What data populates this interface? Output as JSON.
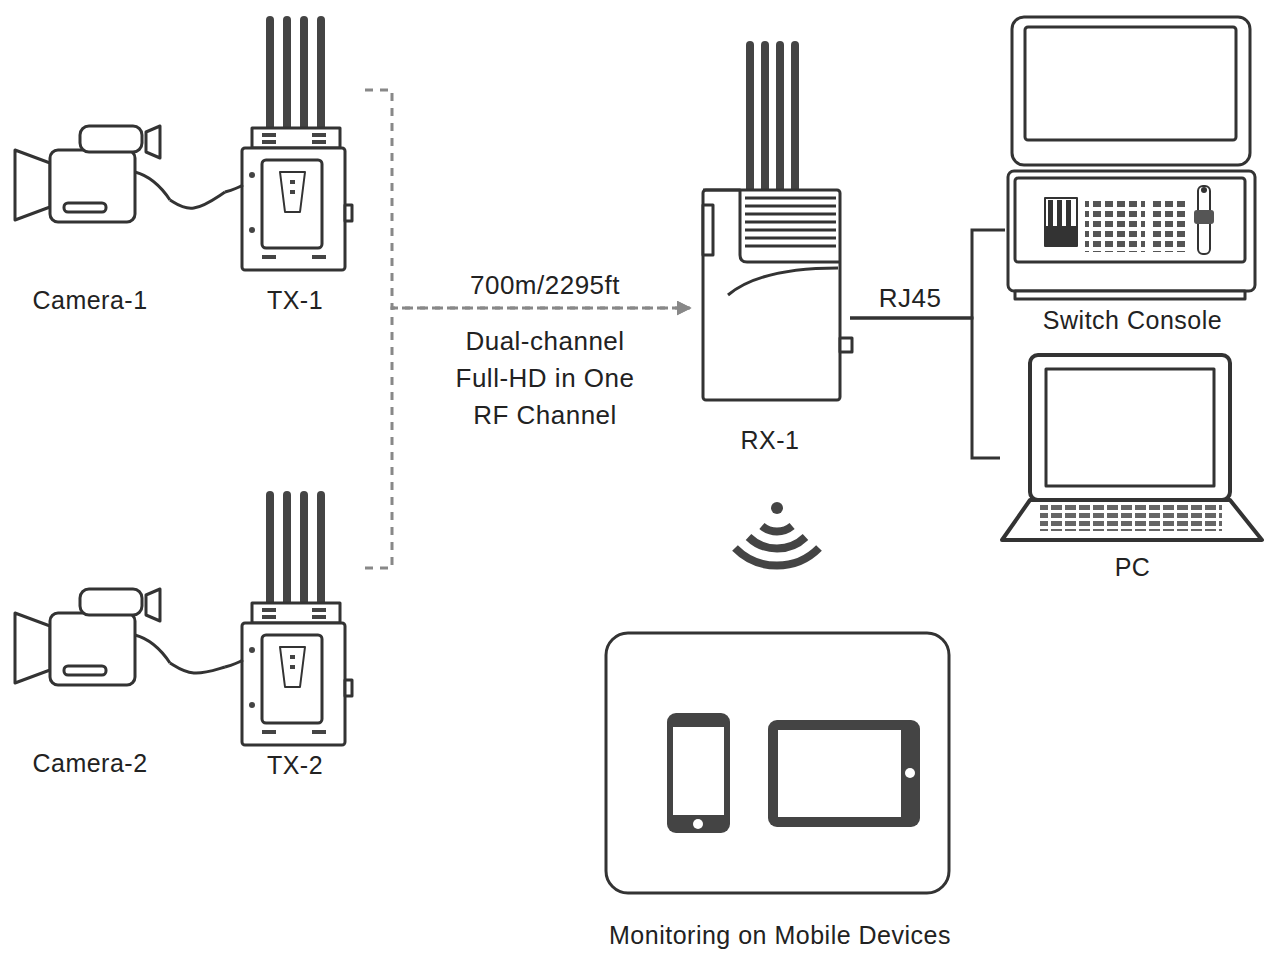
{
  "diagram": {
    "nodes": [
      {
        "text": [
          "Camera-1"
        ]
      },
      {
        "text": [
          "TX-1"
        ]
      },
      {
        "text": [
          "RX-1"
        ]
      },
      {
        "text": [
          "Switch Console"
        ]
      },
      {
        "text": [
          "PC"
        ]
      },
      {
        "text": [
          "Camera-2"
        ]
      },
      {
        "text": [
          "TX-2"
        ]
      },
      {
        "text": [
          "Monitoring on Mobile Devices"
        ]
      }
    ],
    "edges": [
      {
        "from": 0,
        "to": 1,
        "arrow": "none"
      },
      {
        "from": 1,
        "to": 2,
        "label": "700m/2295ft",
        "arrow": "to"
      },
      {
        "from": 5,
        "to": 6,
        "arrow": "none"
      },
      {
        "from": 6,
        "to": 2,
        "arrow": "to"
      },
      {
        "from": 2,
        "to": 3,
        "label": "RJ45",
        "arrow": "none"
      },
      {
        "from": 2,
        "to": 4,
        "arrow": "none"
      }
    ],
    "labels": [
      "Dual-channel Full-HD in One RF Channel"
    ]
  }
}
